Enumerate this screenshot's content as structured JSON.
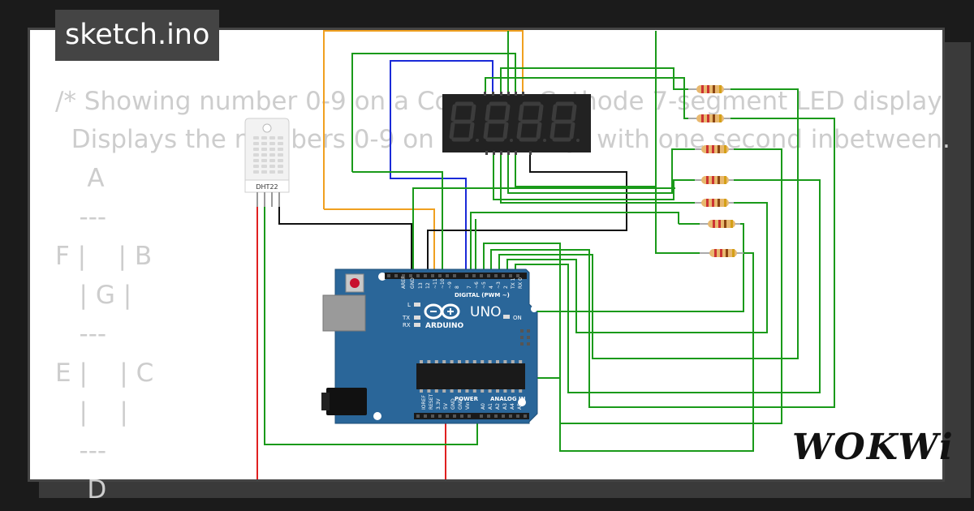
{
  "file_tab": {
    "label": "sketch.ino"
  },
  "code_comment": [
    "/* Showing number 0-9 on a Common Cathode 7-segment LED display",
    "  Displays the numbers 0-9 on the display, with one second inbetween.",
    "    A",
    "   ---",
    "F |    | B",
    "   | G |",
    "   ---",
    "E |    | C",
    "   |    |",
    "   ---",
    "    D"
  ],
  "board": {
    "name": "UNO",
    "brand": "ARDUINO",
    "digital_label": "DIGITAL (PWM ~)",
    "power_label": "POWER",
    "analog_label": "ANALOG IN",
    "on_label": "ON",
    "l_label": "L",
    "tx_label": "TX",
    "rx_label": "RX",
    "color": "#2a6699"
  },
  "sensor": {
    "label": "DHT22"
  },
  "brand_logo": {
    "text": "WOKWi"
  },
  "colors": {
    "wire_green": "#1a9a1a",
    "wire_orange": "#f0a020",
    "wire_blue": "#1a2ad8",
    "wire_black": "#111111",
    "wire_red": "#e02020",
    "display_bg": "#222222",
    "segment_dim": "#3c3c3c"
  }
}
